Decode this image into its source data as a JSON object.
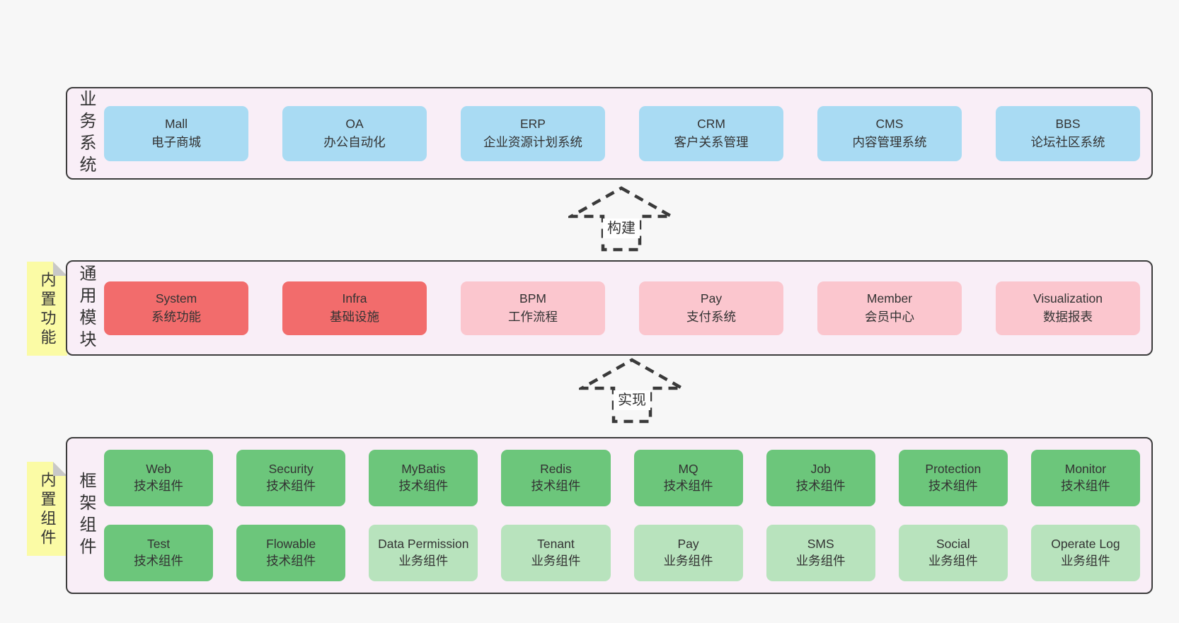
{
  "colors": {
    "page_bg": "#f7f7f7",
    "section_bg": "#f9eef7",
    "section_border": "#3c3c3c",
    "sticky_bg": "#fbfba5",
    "sticky_fold": "#c8c8c8",
    "arrow_stroke": "#3a3a3a",
    "text": "#333333",
    "blue": "#a9dbf3",
    "red": "#f26c6c",
    "pink": "#fbc6ce",
    "green": "#6cc67b",
    "lightgreen": "#b8e3bd"
  },
  "stickies": [
    {
      "label": "内置功能"
    },
    {
      "label": "内置组件"
    }
  ],
  "arrows": [
    {
      "label": "构建"
    },
    {
      "label": "实现"
    }
  ],
  "sections": [
    {
      "label": "业务系统",
      "boxes": [
        {
          "name": "Mall",
          "desc": "电子商城",
          "variant": "blue"
        },
        {
          "name": "OA",
          "desc": "办公自动化",
          "variant": "blue"
        },
        {
          "name": "ERP",
          "desc": "企业资源计划系统",
          "variant": "blue"
        },
        {
          "name": "CRM",
          "desc": "客户关系管理",
          "variant": "blue"
        },
        {
          "name": "CMS",
          "desc": "内容管理系统",
          "variant": "blue"
        },
        {
          "name": "BBS",
          "desc": "论坛社区系统",
          "variant": "blue"
        }
      ]
    },
    {
      "label": "通用模块",
      "boxes": [
        {
          "name": "System",
          "desc": "系统功能",
          "variant": "red"
        },
        {
          "name": "Infra",
          "desc": "基础设施",
          "variant": "red"
        },
        {
          "name": "BPM",
          "desc": "工作流程",
          "variant": "pink"
        },
        {
          "name": "Pay",
          "desc": "支付系统",
          "variant": "pink"
        },
        {
          "name": "Member",
          "desc": "会员中心",
          "variant": "pink"
        },
        {
          "name": "Visualization",
          "desc": "数据报表",
          "variant": "pink"
        }
      ]
    },
    {
      "label": "框架组件",
      "rows": [
        [
          {
            "name": "Web",
            "desc": "技术组件",
            "variant": "green"
          },
          {
            "name": "Security",
            "desc": "技术组件",
            "variant": "green"
          },
          {
            "name": "MyBatis",
            "desc": "技术组件",
            "variant": "green"
          },
          {
            "name": "Redis",
            "desc": "技术组件",
            "variant": "green"
          },
          {
            "name": "MQ",
            "desc": "技术组件",
            "variant": "green"
          },
          {
            "name": "Job",
            "desc": "技术组件",
            "variant": "green"
          },
          {
            "name": "Protection",
            "desc": "技术组件",
            "variant": "green"
          },
          {
            "name": "Monitor",
            "desc": "技术组件",
            "variant": "green"
          }
        ],
        [
          {
            "name": "Test",
            "desc": "技术组件",
            "variant": "green"
          },
          {
            "name": "Flowable",
            "desc": "技术组件",
            "variant": "green"
          },
          {
            "name": "Data Permission",
            "desc": "业务组件",
            "variant": "lightgreen"
          },
          {
            "name": "Tenant",
            "desc": "业务组件",
            "variant": "lightgreen"
          },
          {
            "name": "Pay",
            "desc": "业务组件",
            "variant": "lightgreen"
          },
          {
            "name": "SMS",
            "desc": "业务组件",
            "variant": "lightgreen"
          },
          {
            "name": "Social",
            "desc": "业务组件",
            "variant": "lightgreen"
          },
          {
            "name": "Operate Log",
            "desc": "业务组件",
            "variant": "lightgreen"
          }
        ]
      ]
    }
  ]
}
